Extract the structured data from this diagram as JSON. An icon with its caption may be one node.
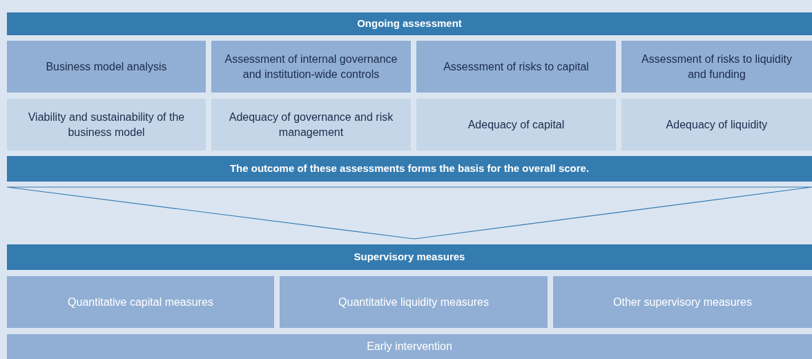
{
  "diagram": {
    "nodes": [
      {
        "text": [
          "Ongoing assessment"
        ]
      },
      {
        "text": [
          "Business model analysis"
        ]
      },
      {
        "text": [
          "Assessment of internal governance and institution-wide controls"
        ]
      },
      {
        "text": [
          "Assessment of risks to capital"
        ]
      },
      {
        "text": [
          "Assessment of risks to liquidity and funding"
        ]
      },
      {
        "text": [
          "Viability and sustainability of the business model"
        ]
      },
      {
        "text": [
          "Adequacy of governance and risk management"
        ]
      },
      {
        "text": [
          "Adequacy of capital"
        ]
      },
      {
        "text": [
          "Adequacy of liquidity"
        ]
      },
      {
        "text": [
          "The outcome of these assessments forms the basis for the overall score."
        ]
      },
      {
        "text": [
          "Supervisory measures"
        ]
      },
      {
        "text": [
          "Quantitative capital measures"
        ]
      },
      {
        "text": [
          "Quantitative liquidity measures"
        ]
      },
      {
        "text": [
          "Other supervisory measures"
        ]
      },
      {
        "text": [
          "Early intervention"
        ]
      }
    ]
  }
}
